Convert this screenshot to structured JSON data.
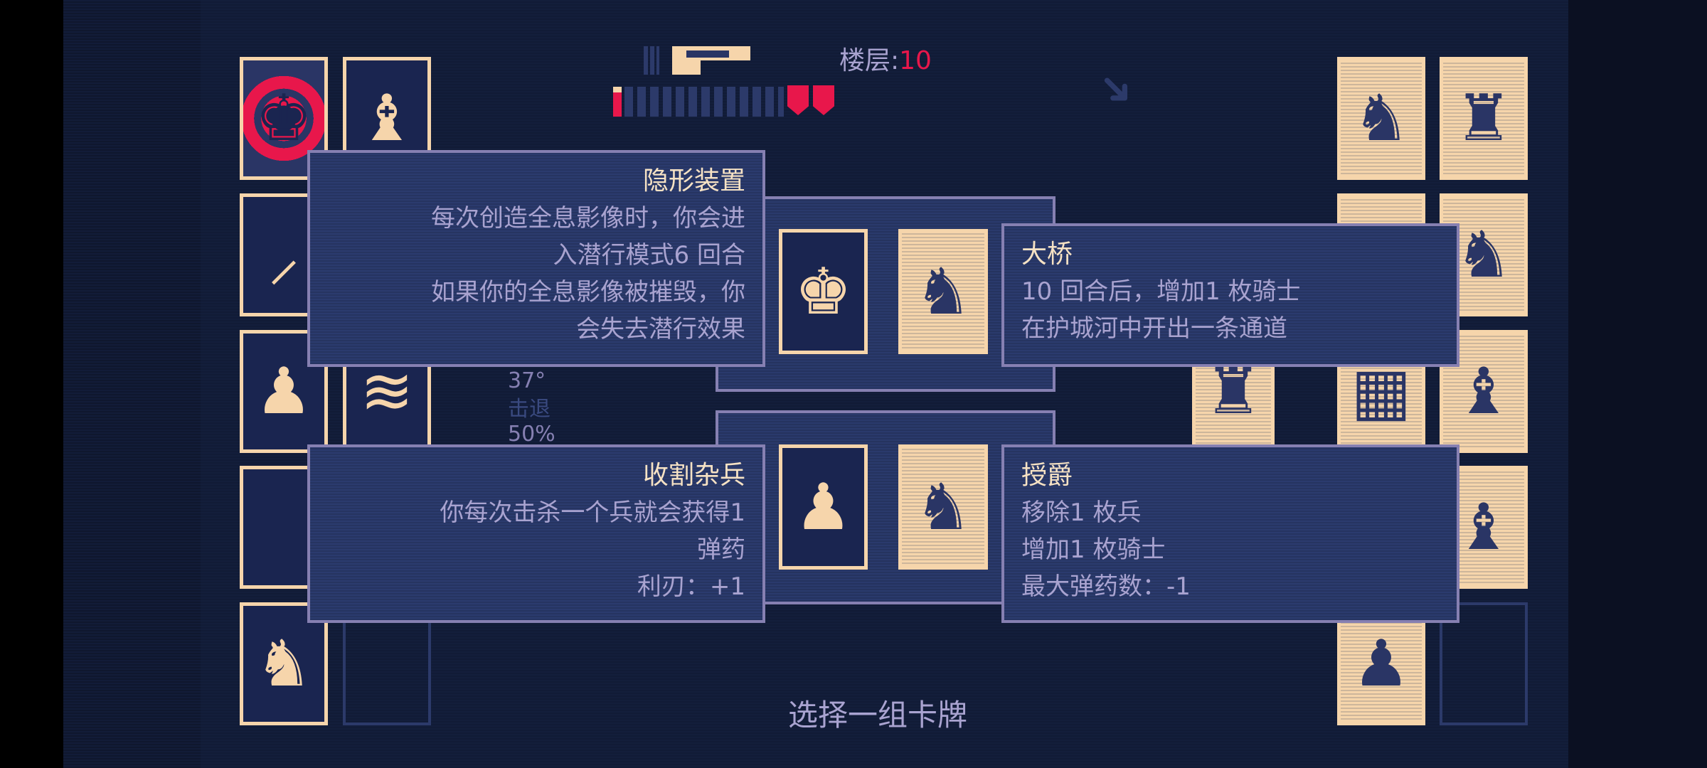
{
  "hud": {
    "floor_label": "楼层:",
    "floor_value": "10",
    "ammo_filled": 1,
    "ammo_total": 12,
    "hearts": 2,
    "weapon": "shotgun-icon"
  },
  "stats": {
    "value1": "37°",
    "knockback_label": "击退",
    "knockback_value": "50%"
  },
  "pairs": [
    {
      "left": {
        "title": "隐形装置",
        "lines": [
          "每次创造全息影像时，你会进",
          "入潜行模式6 回合",
          "如果你的全息影像被摧毁，你",
          "会失去潜行效果"
        ]
      },
      "right": {
        "title": "大桥",
        "lines": [
          "10 回合后，增加1 枚骑士",
          "在护城河中开出一条通道"
        ]
      }
    },
    {
      "left": {
        "title": "收割杂兵",
        "lines": [
          "你每次击杀一个兵就会获得1",
          "弹药",
          "利刃：+1"
        ]
      },
      "right": {
        "title": "授爵",
        "lines": [
          "移除1 枚兵",
          "增加1 枚骑士",
          "最大弹药数：-1"
        ]
      }
    }
  ],
  "prompt": "选择一组卡牌",
  "colors": {
    "accent": "#e8174b",
    "cream": "#f6d5ab",
    "panel": "#2b3b6e",
    "text": "#a9a3d0"
  }
}
